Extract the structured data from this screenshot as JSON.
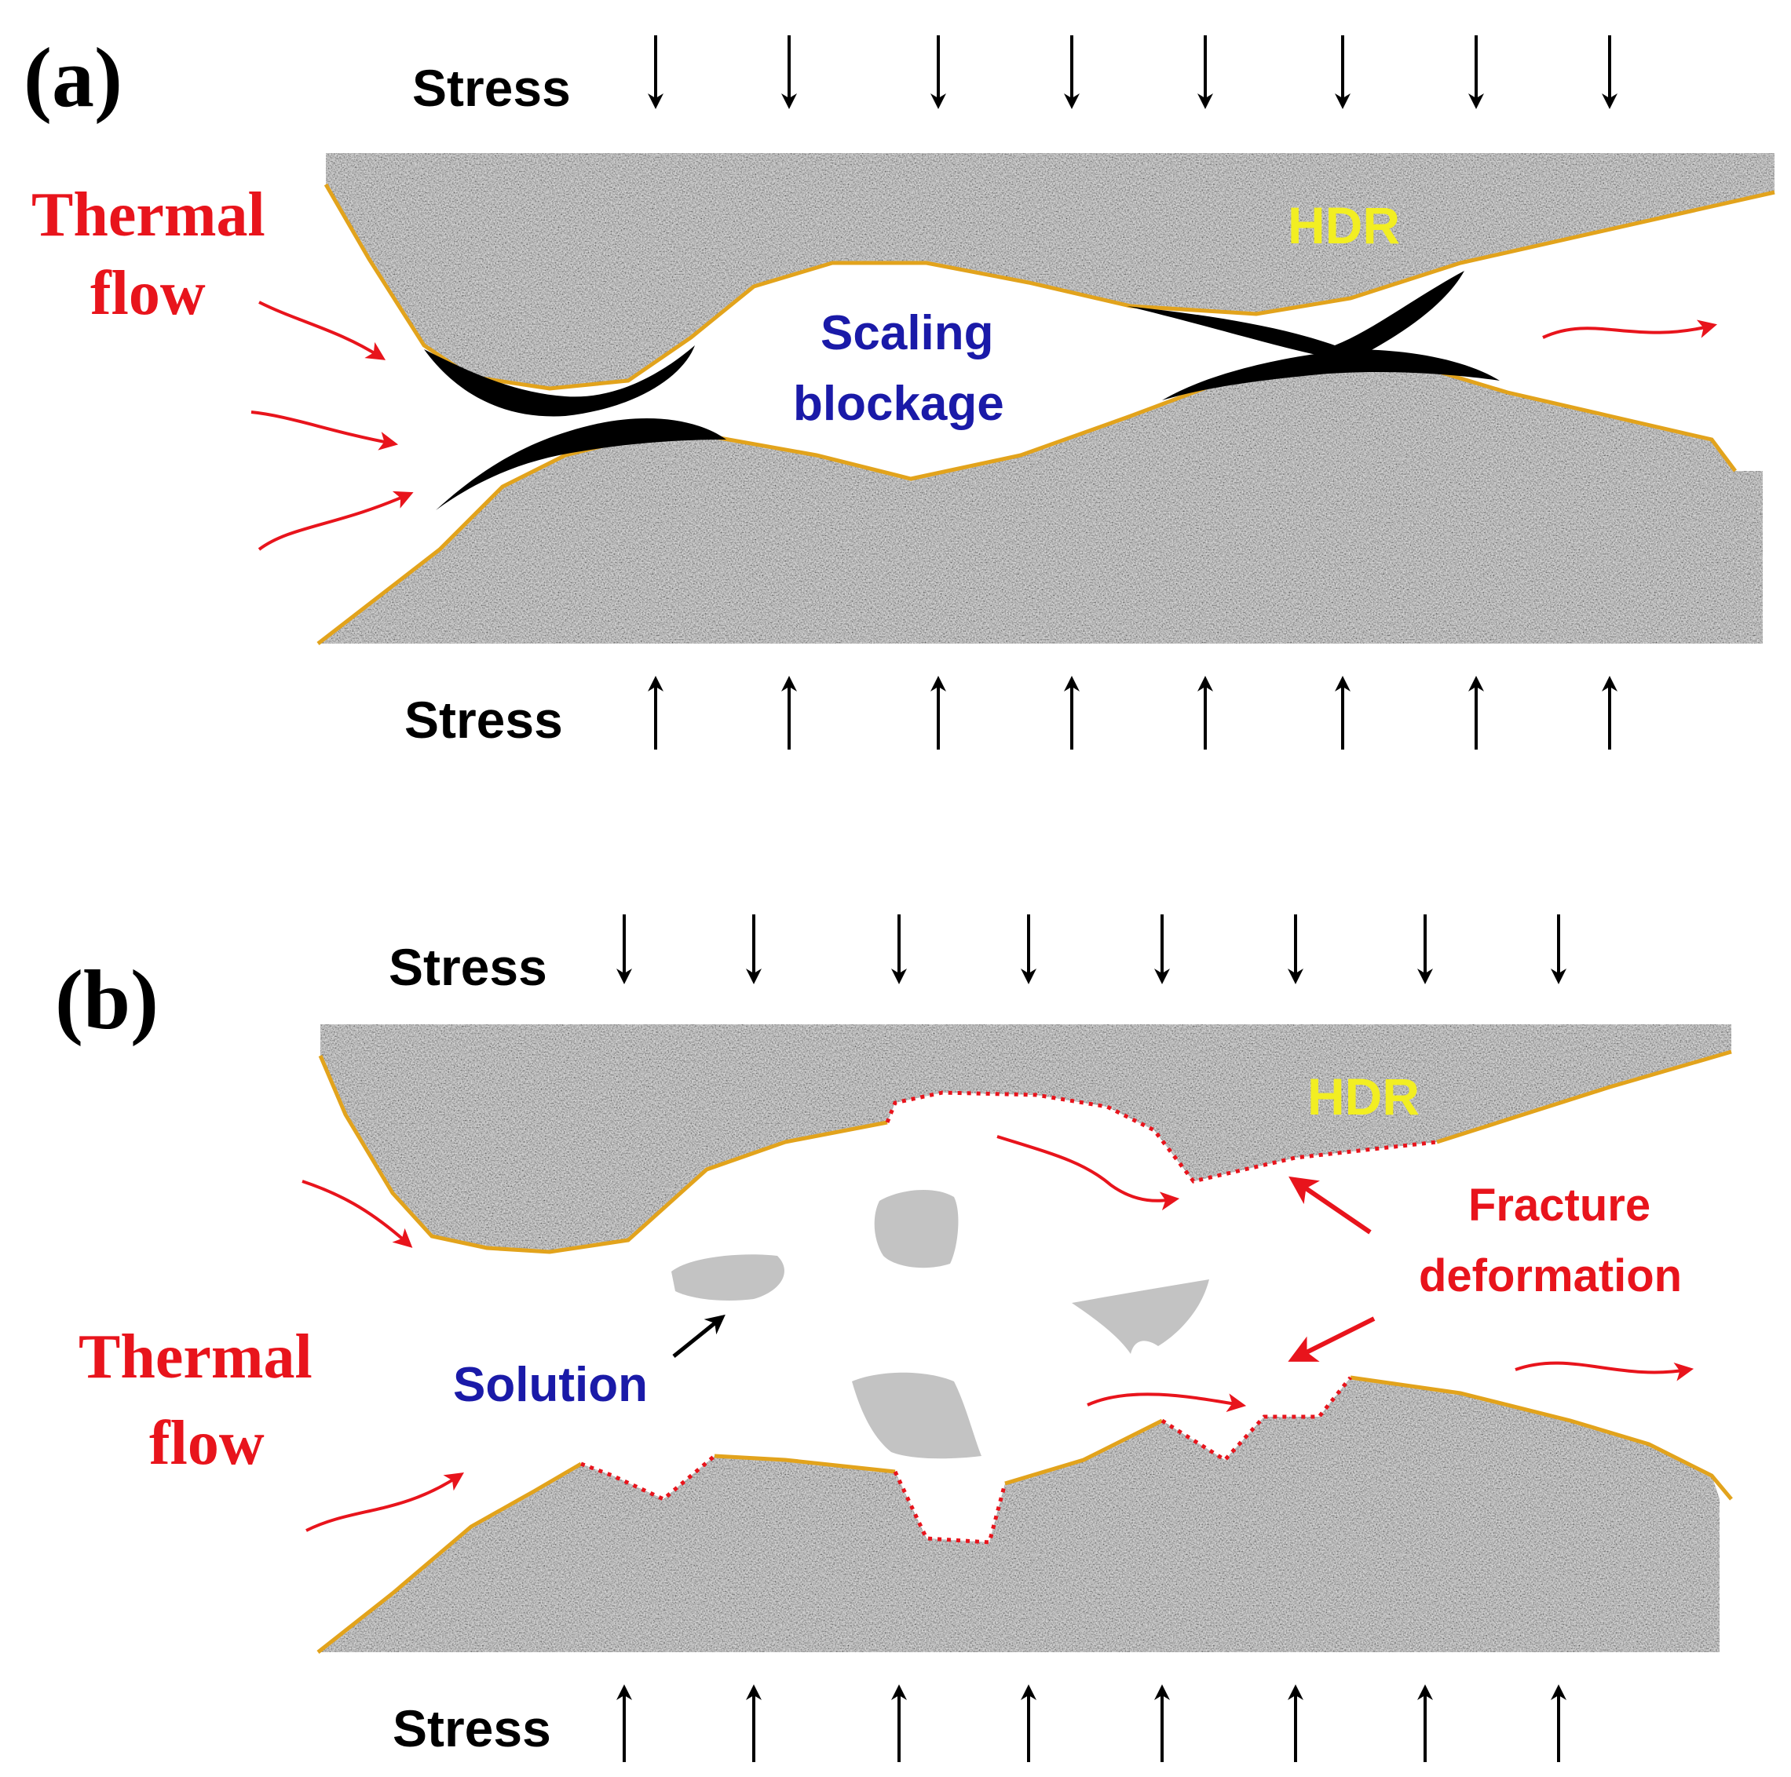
{
  "panel_a": {
    "label": "(a)",
    "stress_top": "Stress",
    "stress_bottom": "Stress",
    "thermal_line1": "Thermal",
    "thermal_line2": "flow",
    "hdr": "HDR",
    "blockage_line1": "Scaling",
    "blockage_line2": "blockage"
  },
  "panel_b": {
    "label": "(b)",
    "stress_top": "Stress",
    "stress_bottom": "Stress",
    "thermal_line1": "Thermal",
    "thermal_line2": "flow",
    "hdr": "HDR",
    "solution": "Solution",
    "fracture_line1": "Fracture",
    "fracture_line2": "deformation"
  },
  "colors": {
    "rock_base": "#b4b4b4",
    "surface_line": "#e2a31c",
    "flow_arrow": "#e8141c",
    "scale_deposit": "#000000",
    "fragment": "#bdbdbd",
    "hdr_text": "#f2ee22",
    "annotation_blue": "#1a1aa8"
  },
  "icons": {
    "stress_arrow": "arrow-vertical",
    "flow_arrow": "curved-arrow-right"
  }
}
